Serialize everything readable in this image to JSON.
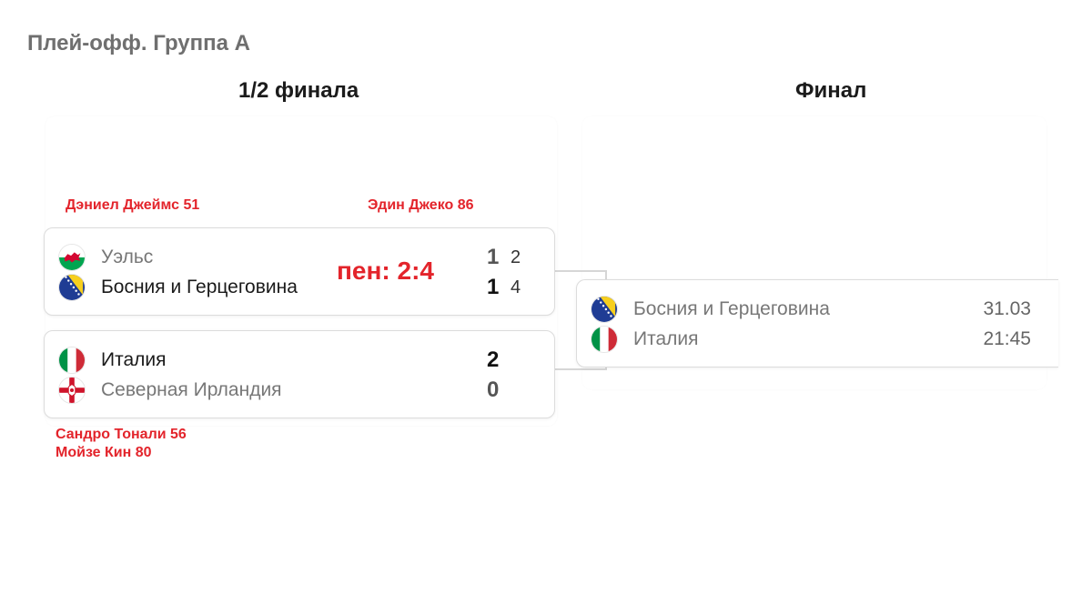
{
  "page_title": "Плей-офф. Группа А",
  "rounds": [
    {
      "title": "1/2 финала"
    },
    {
      "title": "Финал"
    }
  ],
  "scorers": {
    "match1_home": "Дэниел Джеймс 51",
    "match1_away": "Эдин Джеко 86",
    "match2_line1": "Сандро Тонали 56",
    "match2_line2": "Мойзе Кин 80"
  },
  "penalty_result": "пен: 2:4",
  "matches": [
    {
      "teams": [
        {
          "name": "Уэльс",
          "flag": "wales-flag-icon",
          "score": "1",
          "penalties": "2"
        },
        {
          "name": "Босния и Герцеговина",
          "flag": "bosnia-flag-icon",
          "score": "1",
          "penalties": "4"
        }
      ]
    },
    {
      "teams": [
        {
          "name": "Италия",
          "flag": "italy-flag-icon",
          "score": "2"
        },
        {
          "name": "Северная Ирландия",
          "flag": "northern-ireland-flag-icon",
          "score": "0"
        }
      ]
    },
    {
      "teams": [
        {
          "name": "Босния и Герцеговина",
          "flag": "bosnia-flag-icon",
          "date": "31.03"
        },
        {
          "name": "Италия",
          "flag": "italy-flag-icon",
          "date": "21:45"
        }
      ]
    }
  ],
  "colors": {
    "accent_red": "#e3242b",
    "card_border": "#dcdcdc",
    "connector": "#d6d6d6"
  }
}
